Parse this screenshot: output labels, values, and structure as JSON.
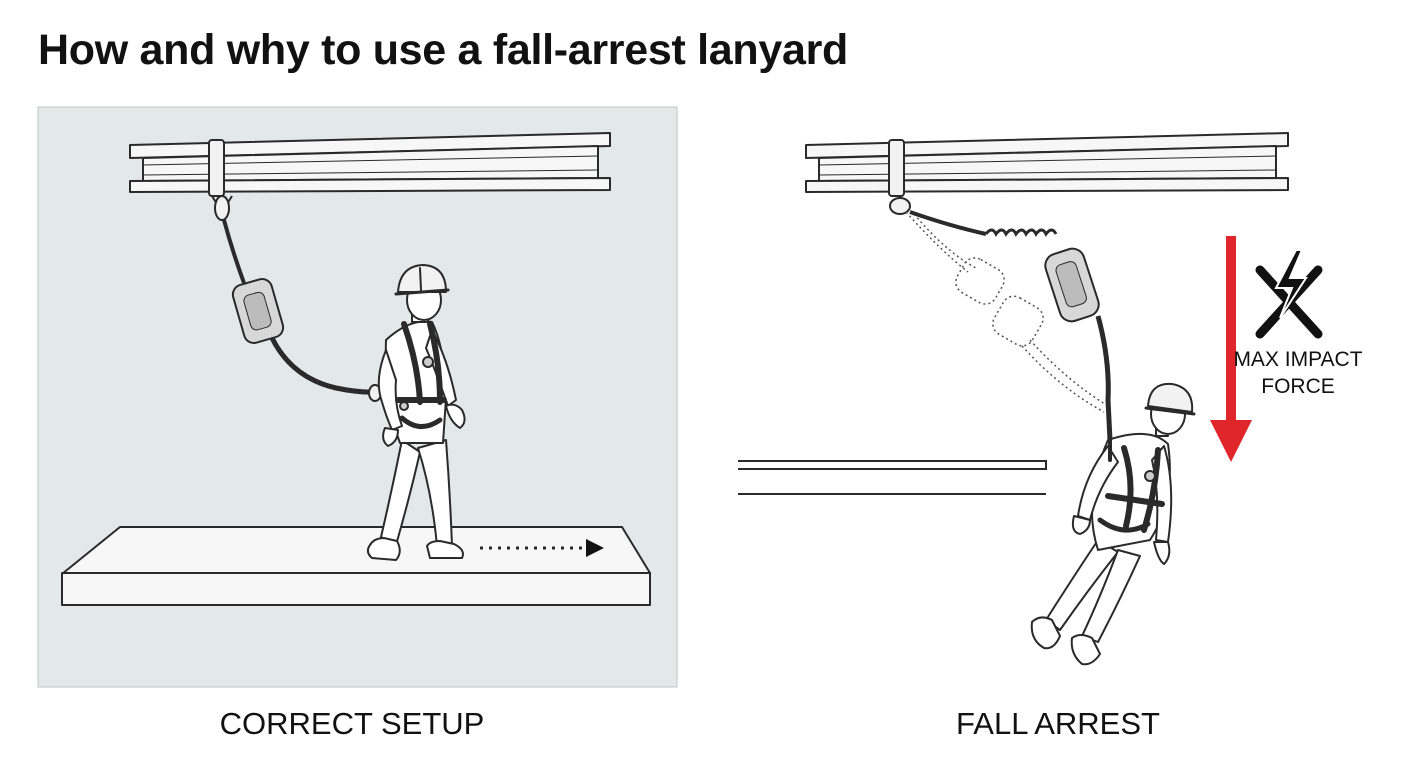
{
  "title": "How and why to use a fall-arrest lanyard",
  "panels": [
    {
      "caption": "CORRECT SETUP"
    },
    {
      "caption": "FALL ARREST"
    }
  ],
  "impact_label": {
    "line1": "MAX IMPACT",
    "line2": "FORCE"
  },
  "colors": {
    "panel_bg": "#e3e8e8",
    "line": "#2a2a2a",
    "arrow": "#e0262b",
    "text": "#111111"
  },
  "icons": [
    "i-beam-icon",
    "lanyard-icon",
    "worker-icon",
    "walking-arrow-icon",
    "impact-force-icon",
    "fall-arrow-icon"
  ]
}
